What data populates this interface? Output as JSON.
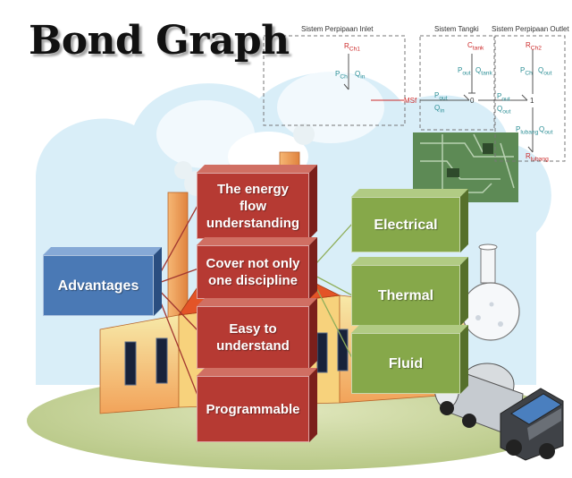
{
  "title": "Bond Graph",
  "hub": {
    "label": "Advantages"
  },
  "advantages": [
    {
      "label": "The energy flow understanding"
    },
    {
      "label": "Cover not only one discipline"
    },
    {
      "label": "Easy to understand"
    },
    {
      "label": "Programmable"
    }
  ],
  "disciplines": [
    {
      "label": "Electrical"
    },
    {
      "label": "Thermal"
    },
    {
      "label": "Fluid"
    }
  ],
  "bond_graph_inset": {
    "sections": {
      "inlet": "Sistem Perpipaan Inlet",
      "tank": "Sistem Tangki",
      "outlet": "Sistem Perpipaan Outlet"
    },
    "labels": {
      "r_ch1": "R",
      "r_ch1_sub": "Ch1",
      "p_ch_in": "P",
      "p_ch_in_sub": "Ch",
      "q_in_top": "Q",
      "q_in_top_sub": "in",
      "msf": "MSf",
      "p_out_left": "P",
      "p_out_left_sub": "out",
      "q_in": "Q",
      "q_in_sub": "in",
      "c_tank": "C",
      "c_tank_sub": "tank",
      "p_out_tank": "P",
      "p_out_tank_sub": "out",
      "q_tank": "Q",
      "q_tank_sub": "tank",
      "zero": "0",
      "p_out_mid": "P",
      "p_out_mid_sub": "out",
      "q_out_mid": "Q",
      "q_out_mid_sub": "out",
      "one": "1",
      "r_ch2": "R",
      "r_ch2_sub": "Ch2",
      "p_ch_out": "P",
      "p_ch_out_sub": "Ch",
      "q_out_top": "Q",
      "q_out_top_sub": "out",
      "p_lubang": "P",
      "p_lubang_sub": "lubang",
      "q_out_bot": "Q",
      "q_out_bot_sub": "out",
      "r_lubang": "R",
      "r_lubang_sub": "lubang"
    }
  },
  "colors": {
    "advantage_block": "#b63a33",
    "discipline_block": "#86a84a",
    "hub_block": "#4a79b5",
    "sky": "#d9eef8",
    "ground": "#c8d49a"
  }
}
